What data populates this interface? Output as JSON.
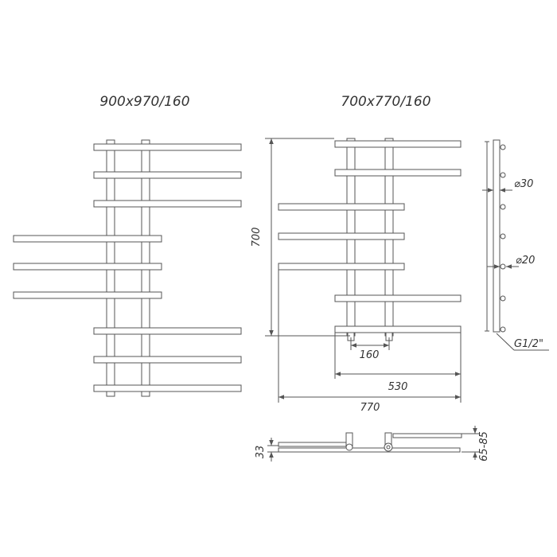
{
  "models": [
    {
      "title": "900x970/160"
    },
    {
      "title": "700x770/160"
    }
  ],
  "dimensions": {
    "height": "700",
    "center_distance": "160",
    "width_530": "530",
    "width_770": "770",
    "pipe_diameter_large": "⌀30",
    "pipe_diameter_small": "⌀20",
    "connection_thread": "G1/2\"",
    "depth_33": "33",
    "depth_range": "65-85"
  },
  "colors": {
    "line": "#555555",
    "text": "#333333"
  }
}
